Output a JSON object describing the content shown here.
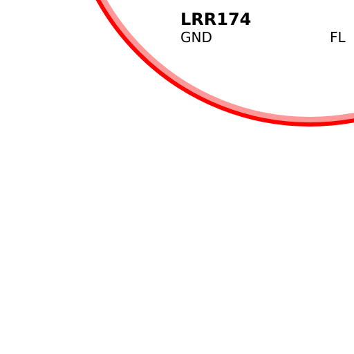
{
  "airspace": {
    "name": "LRR174",
    "lower_limit": "GND",
    "upper_limit": "FL",
    "outline_color": "#ff0000",
    "inner_band_color": "#ff9999"
  }
}
